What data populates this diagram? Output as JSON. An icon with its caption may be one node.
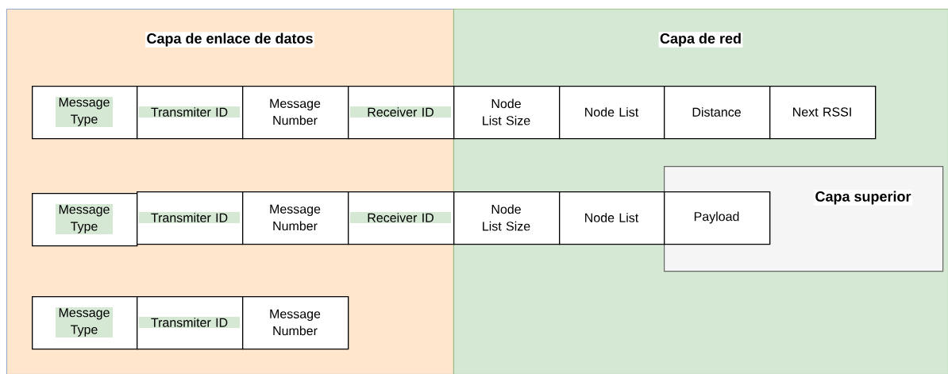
{
  "diagram": {
    "nodes": [
      {
        "text": [
          "Capa de enlace de datos"
        ]
      },
      {
        "text": [
          "Capa de red"
        ]
      },
      {
        "text": [
          "Message Type"
        ],
        "in": 0
      },
      {
        "text": [
          "Transmiter ID"
        ],
        "in": 0
      },
      {
        "text": [
          "Message Number"
        ],
        "in": 0
      },
      {
        "text": [
          "Receiver ID"
        ],
        "in": 0
      },
      {
        "text": [
          "Node List Size"
        ],
        "in": 1
      },
      {
        "text": [
          "Node List"
        ],
        "in": 1
      },
      {
        "text": [
          "Distance"
        ],
        "in": 1
      },
      {
        "text": [
          "Next RSSI"
        ],
        "in": 1
      },
      {
        "text": [
          "Capa superior"
        ],
        "in": 1
      },
      {
        "text": [
          "Message Type"
        ],
        "in": 0
      },
      {
        "text": [
          "Transmiter ID"
        ],
        "in": 0
      },
      {
        "text": [
          "Message Number"
        ],
        "in": 0
      },
      {
        "text": [
          "Receiver ID"
        ],
        "in": 0
      },
      {
        "text": [
          "Node List Size"
        ],
        "in": 1
      },
      {
        "text": [
          "Node List"
        ],
        "in": 1
      },
      {
        "text": [
          "Payload"
        ],
        "in": 10
      },
      {
        "text": [
          "Message Type"
        ],
        "in": 0
      },
      {
        "text": [
          "Transmiter ID"
        ],
        "in": 0
      },
      {
        "text": [
          "Message Number"
        ],
        "in": 0
      }
    ],
    "edges": []
  }
}
